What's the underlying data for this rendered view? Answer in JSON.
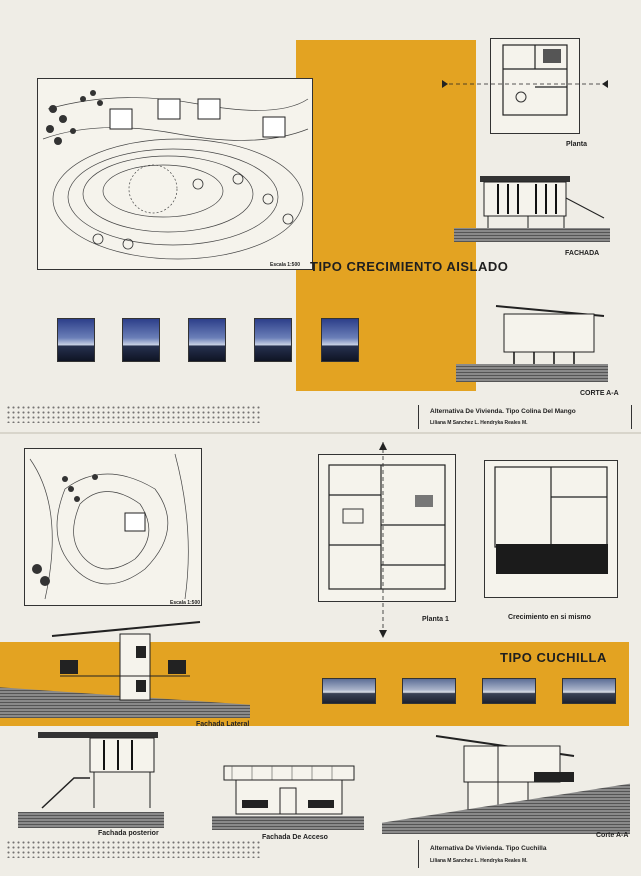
{
  "colors": {
    "accent": "#e3a322",
    "paper": "#efede6",
    "ink": "#222222"
  },
  "sheet1": {
    "site_scale": "Escala 1:500",
    "plan_label": "Planta",
    "facade_label": "FACHADA",
    "title": "TIPO CRECIMIENTO AISLADO",
    "section_label": "CORTE A-A",
    "caption_title": "Alternativa De Vivienda. Tipo Colina Del Mango",
    "caption_authors": "Liliana M Sanchez L.  Hendryka Reales M."
  },
  "sheet2": {
    "site_scale": "Escala 1:500",
    "plan_label": "Planta 1",
    "growth_label": "Crecimiento en si mismo",
    "title": "TIPO CUCHILLA",
    "lateral_label": "Fachada Lateral",
    "rear_label": "Fachada posterior",
    "access_label": "Fachada De Acceso",
    "section_label": "Corte A-A",
    "caption_title": "Alternativa De Vivienda. Tipo Cuchilla",
    "caption_authors": "Liliana M Sanchez L.  Hendryka Reales M."
  }
}
